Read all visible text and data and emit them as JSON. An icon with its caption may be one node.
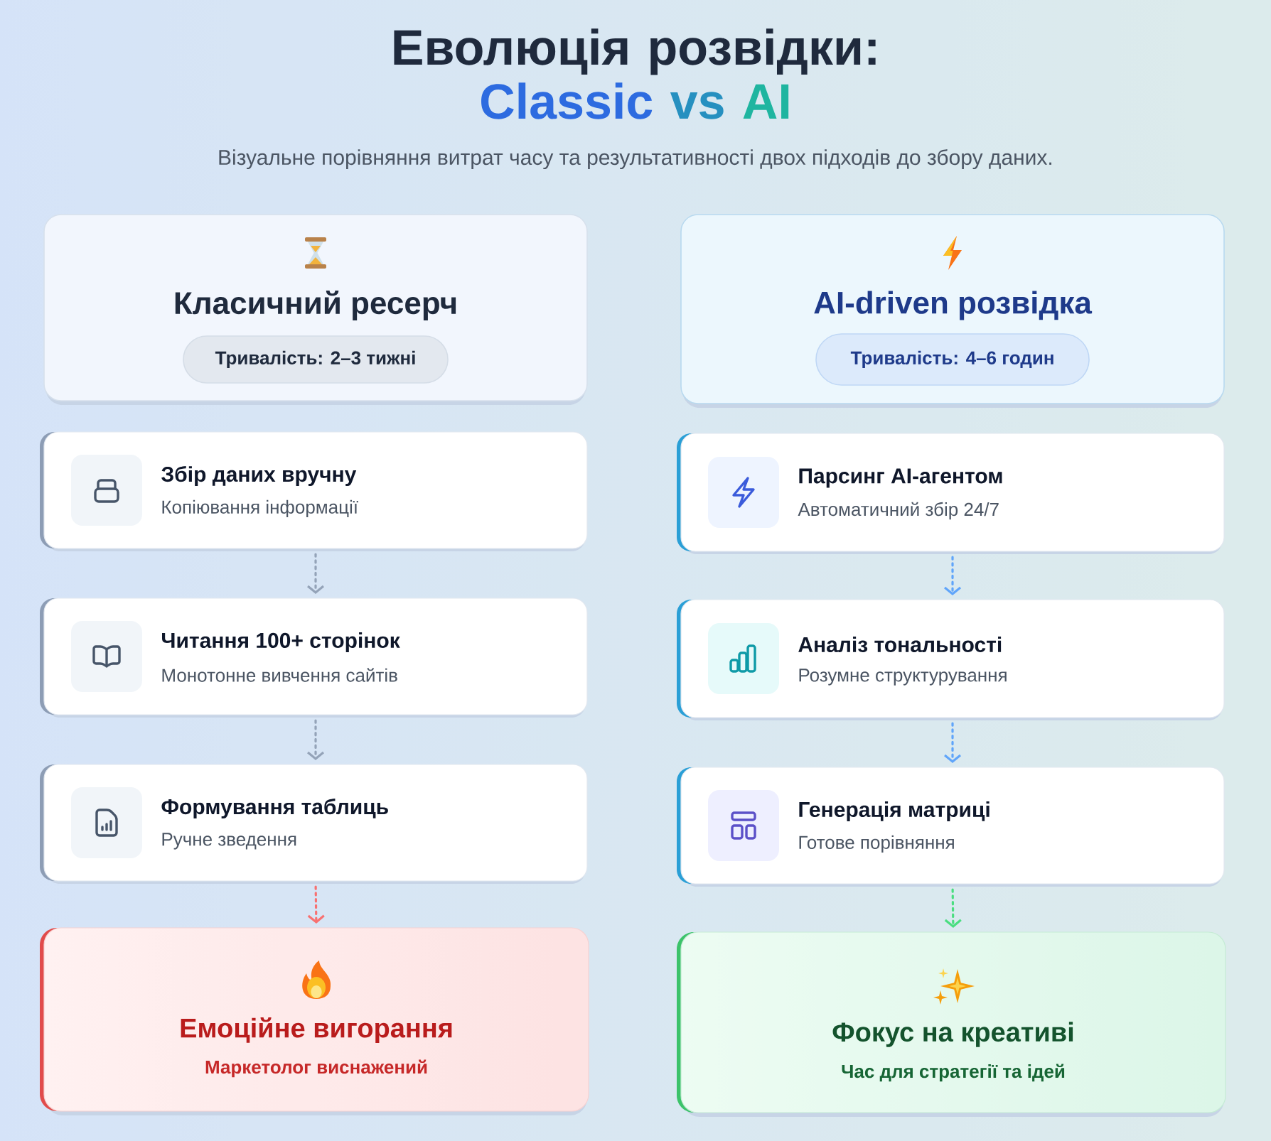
{
  "diagram": {
    "title": "Еволюція розвідки: Classic vs AI",
    "nodes": [
      {
        "text": [
          "Класичний ресерч"
        ]
      },
      {
        "text": [
          "Тривалість: 2–3 тижні"
        ],
        "in": 0
      },
      {
        "text": [
          "Збір даних вручну",
          "Копіювання інформації"
        ]
      },
      {
        "text": [
          "Читання 100+ сторінок",
          "Монотонне вивчення сайтів"
        ]
      },
      {
        "text": [
          "Формування таблиць",
          "Ручне зведення"
        ]
      },
      {
        "text": [
          "Емоційне вигорання",
          "Маркетолог виснажений"
        ]
      },
      {
        "text": [
          "AI-driven розвідка"
        ]
      },
      {
        "text": [
          "Тривалість: 4–6 годин"
        ],
        "in": 6
      },
      {
        "text": [
          "Парсинг AI-агентом",
          "Автоматичний збір 24/7"
        ]
      },
      {
        "text": [
          "Аналіз тональності",
          "Розумне структурування"
        ]
      },
      {
        "text": [
          "Генерація матриці",
          "Готове порівняння"
        ]
      },
      {
        "text": [
          "Фокус на креативі",
          "Час для стратегії та ідей"
        ]
      }
    ],
    "edges": [
      {
        "from": 2,
        "to": 3,
        "arrow": "to",
        "style": "dashed",
        "color": "#94a3b8"
      },
      {
        "from": 3,
        "to": 4,
        "arrow": "to",
        "style": "dashed",
        "color": "#94a3b8"
      },
      {
        "from": 4,
        "to": 5,
        "arrow": "to",
        "style": "dashed",
        "color": "#f87171"
      },
      {
        "from": 8,
        "to": 9,
        "arrow": "to",
        "style": "dashed",
        "color": "#60a5fa"
      },
      {
        "from": 9,
        "to": 10,
        "arrow": "to",
        "style": "dashed",
        "color": "#60a5fa"
      },
      {
        "from": 10,
        "to": 11,
        "arrow": "to",
        "style": "dashed",
        "color": "#4ade80"
      }
    ],
    "labels": [
      "Візуальне порівняння витрат часу та результативності двох підходів до збору даних."
    ]
  }
}
